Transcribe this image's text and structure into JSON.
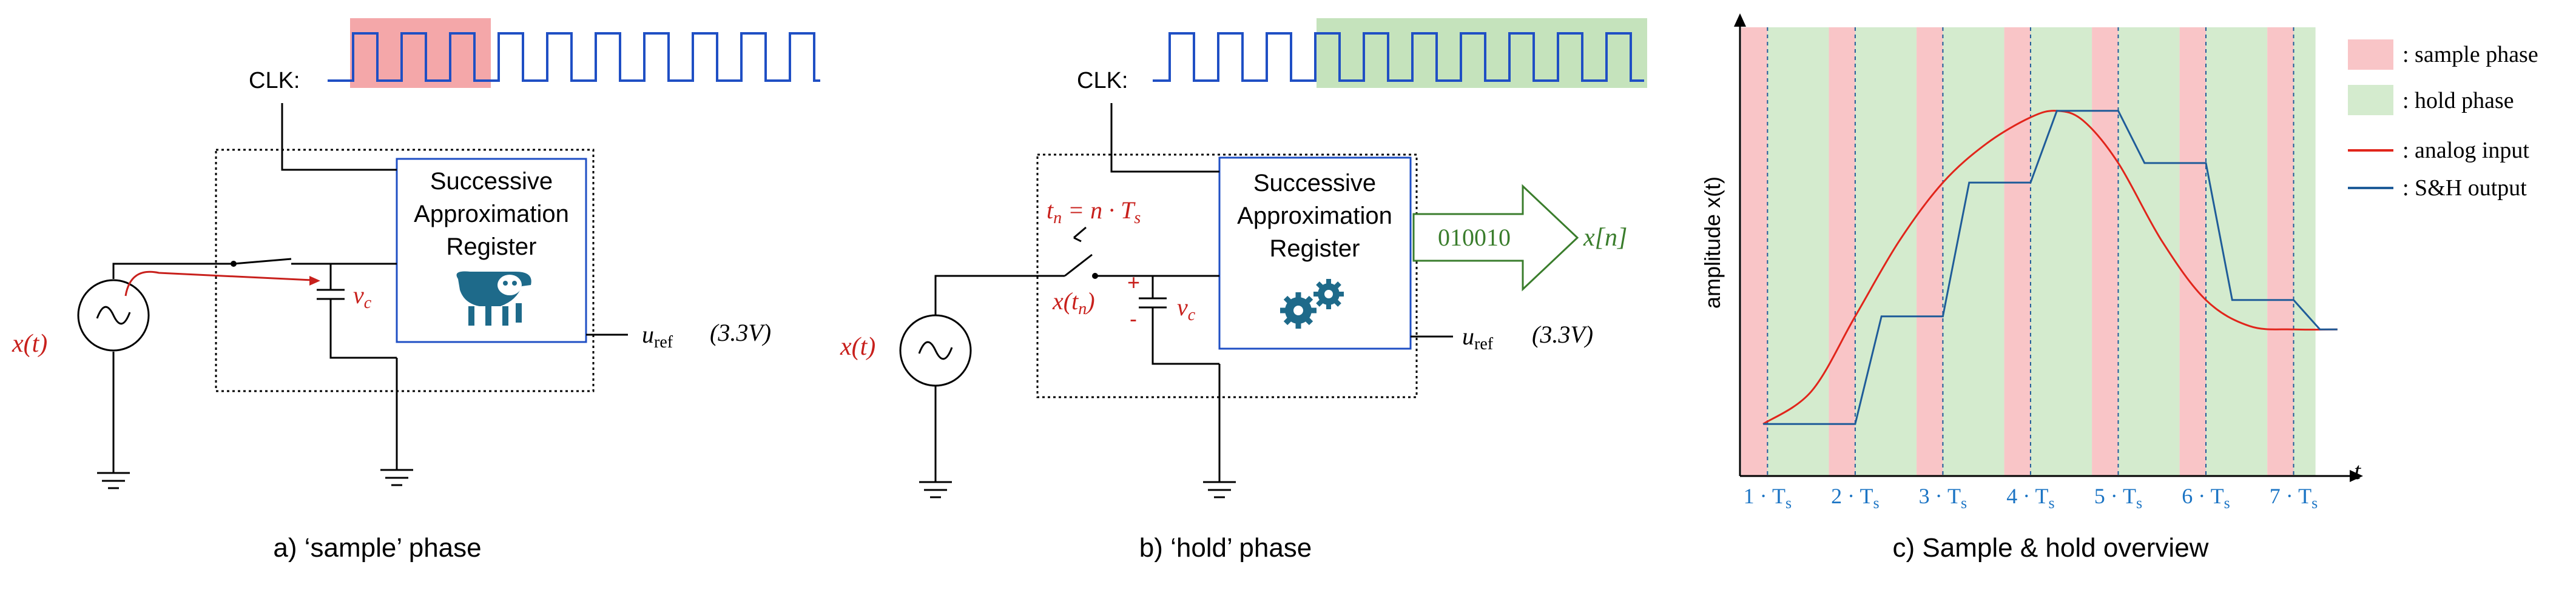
{
  "panel_a": {
    "caption": "a) ‘sample’ phase",
    "clk_label": "CLK:",
    "sar_line1": "Successive",
    "sar_line2": "Approximation",
    "sar_line3": "Register",
    "input_label": "x(t)",
    "vc_label": "v",
    "vc_sub": "c",
    "uref_label": "u",
    "uref_sub": "ref",
    "uref_value": "(3.3V)"
  },
  "panel_b": {
    "caption": "b) ‘hold’ phase",
    "clk_label": "CLK:",
    "sar_line1": "Successive",
    "sar_line2": "Approximation",
    "sar_line3": "Register",
    "input_label": "x(t)",
    "tn_label": "t",
    "tn_sub": "n",
    "tn_eq": " = n · T",
    "tn_eq_sub": "s",
    "xtn_label": "x(t",
    "xtn_sub": "n",
    "xtn_close": ")",
    "vc_label": "v",
    "vc_sub": "c",
    "plus_label": "+",
    "minus_label": "-",
    "output_code": "010010",
    "output_label": "x[n]",
    "uref_label": "u",
    "uref_sub": "ref",
    "uref_value": "(3.3V)"
  },
  "panel_c": {
    "caption": "c) Sample & hold overview",
    "ylabel": "amplitude x(t)",
    "xlabel": "t",
    "ticks": [
      "1 · T",
      "2 · T",
      "3 · T",
      "4 · T",
      "5 · T",
      "6 · T",
      "7 · T"
    ],
    "tick_sub": "s",
    "legend": [
      {
        "label": ": sample phase",
        "color": "#f9c5c7",
        "kind": "box"
      },
      {
        "label": ": hold phase",
        "color": "#d4ebce",
        "kind": "box"
      },
      {
        "label": ": analog input",
        "color": "#e1251b",
        "kind": "line"
      },
      {
        "label": ": S&H output",
        "color": "#1f5c99",
        "kind": "line"
      }
    ]
  },
  "colors": {
    "clock_line": "#1f4fc4",
    "sample_highlight": "#f08a8c",
    "hold_highlight": "#bfe0b5",
    "signal_red": "#c8201c",
    "output_green": "#3a7d2c",
    "sar_border": "#1f4fc4",
    "icon_teal": "#1e6a8a",
    "tick_blue": "#1b74c4"
  },
  "chart_data": {
    "type": "line",
    "title": "",
    "xlabel": "t",
    "ylabel": "amplitude x(t)",
    "x_ticks": [
      "1·Ts",
      "2·Ts",
      "3·Ts",
      "4·Ts",
      "5·Ts",
      "6·Ts",
      "7·Ts"
    ],
    "sample_times": [
      1,
      2,
      3,
      4,
      5,
      6,
      7
    ],
    "sample_phase_width_Ts": 0.3,
    "series": [
      {
        "name": "analog input",
        "x": [
          0.95,
          1.5,
          2.0,
          2.5,
          3.0,
          3.5,
          4.0,
          4.3,
          4.6,
          5.0,
          5.5,
          6.0,
          6.5,
          7.0,
          7.5
        ],
        "y": [
          0.02,
          0.12,
          0.35,
          0.58,
          0.76,
          0.88,
          0.96,
          0.98,
          0.95,
          0.82,
          0.58,
          0.4,
          0.32,
          0.31,
          0.31
        ]
      },
      {
        "name": "S&H output",
        "x": [
          0.95,
          1.0,
          1.3,
          2.0,
          2.3,
          3.0,
          3.3,
          4.0,
          4.3,
          5.0,
          5.3,
          6.0,
          6.3,
          7.0,
          7.3,
          7.5
        ],
        "y": [
          0.02,
          0.02,
          0.02,
          0.02,
          0.35,
          0.35,
          0.76,
          0.76,
          0.98,
          0.98,
          0.82,
          0.82,
          0.4,
          0.4,
          0.31,
          0.31
        ]
      }
    ]
  }
}
